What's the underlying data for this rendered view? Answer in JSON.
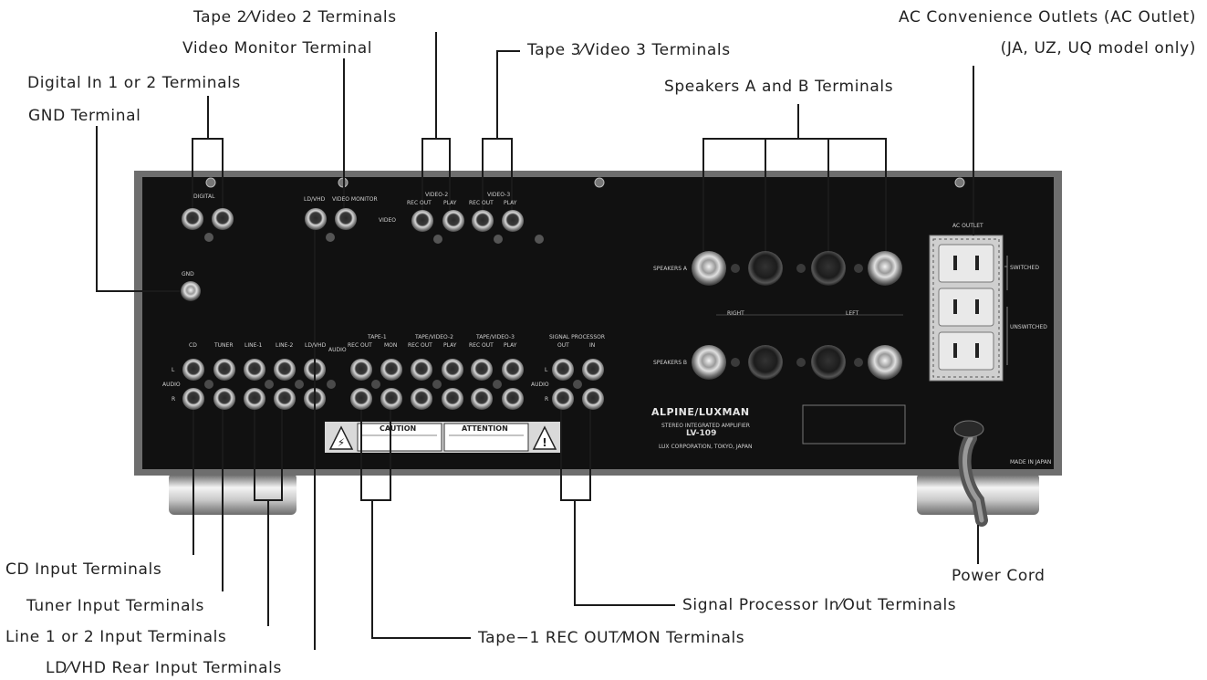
{
  "labels": {
    "tape2_video2": "Tape 2⁄Video 2 Terminals",
    "video_monitor": "Video Monitor Terminal",
    "digital_in": "Digital In 1 or 2 Terminals",
    "gnd": "GND Terminal",
    "tape3_video3": "Tape 3⁄Video 3 Terminals",
    "speakers_ab": "Speakers A and B Terminals",
    "ac_outlets_1": "AC Convenience Outlets (AC Outlet)",
    "ac_outlets_2": "(JA, UZ, UQ model only)",
    "cd_input": "CD Input Terminals",
    "tuner_input": "Tuner Input Terminals",
    "line_input": "Line 1 or 2 Input Terminals",
    "ld_vhd": "LD⁄VHD Rear Input Terminals",
    "tape1": "Tape−1 REC OUT⁄MON Terminals",
    "signal_processor": "Signal Processor In⁄Out Terminals",
    "power_cord": "Power Cord"
  },
  "panel": {
    "digital": "DIGITAL",
    "gnd": "GND",
    "ld_vhd": "LD/VHD",
    "video_monitor": "VIDEO MONITOR",
    "video": "VIDEO",
    "rec_out": "REC OUT",
    "play": "PLAY",
    "video2_hdr": "VIDEO-2",
    "video3_hdr": "VIDEO-3",
    "cd": "CD",
    "tuner": "TUNER",
    "line1": "LINE-1",
    "line2": "LINE-2",
    "tape1": "TAPE-1",
    "mon": "MON",
    "tape_video2": "TAPE/VIDEO-2",
    "tape_video3": "TAPE/VIDEO-3",
    "signal_processor": "SIGNAL PROCESSOR",
    "out": "OUT",
    "in": "IN",
    "audio": "AUDIO",
    "l": "L",
    "r": "R",
    "speakers_a": "SPEAKERS A",
    "speakers_b": "SPEAKERS B",
    "right": "RIGHT",
    "left": "LEFT",
    "caution": "CAUTION",
    "attention": "ATTENTION",
    "brand": "ALPINE/LUXMAN",
    "subtitle": "STEREO INTEGRATED AMPLIFIER",
    "model": "LV-109",
    "maker": "LUX CORPORATION, TOKYO, JAPAN",
    "ac_outlet": "AC OUTLET",
    "switched": "SWITCHED",
    "unswitched": "UNSWITCHED",
    "made_in": "MADE IN JAPAN"
  },
  "colors": {
    "panel": "#111111",
    "bezel": "#6e6e6e",
    "jack": "#9a9a9a",
    "leader": "#1a1a1a"
  }
}
